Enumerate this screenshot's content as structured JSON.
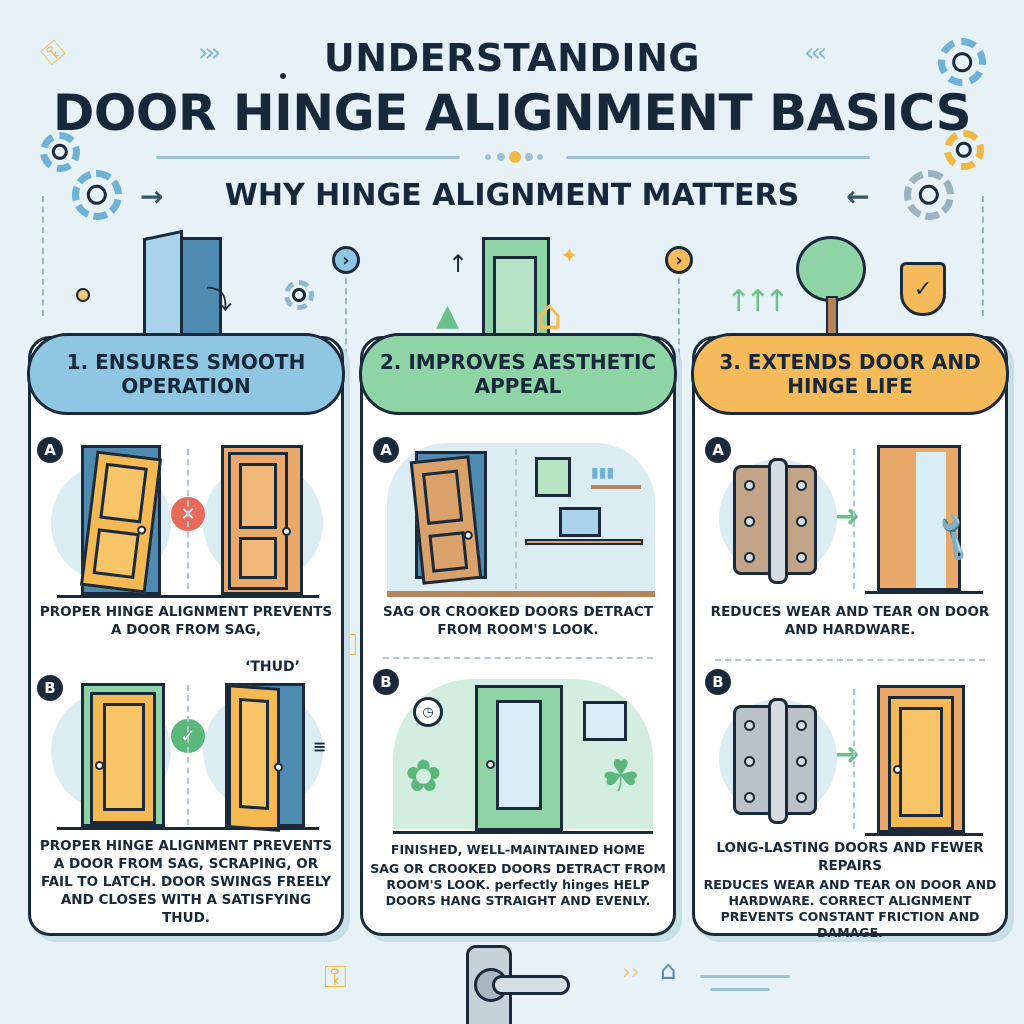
{
  "header": {
    "title_line1": "UNDERSTANDING",
    "title_line2": "DOOR HINGE ALIGNMENT BASICS",
    "subtitle": "WHY HINGE ALIGNMENT MATTERS",
    "subtitle_left_arrow": "→",
    "subtitle_right_arrow": "←",
    "deco_left": "›››",
    "deco_right": "‹‹‹"
  },
  "colors": {
    "background": "#e6f2f7",
    "panel1_header": "#8fc7e2",
    "panel2_header": "#8fd4a6",
    "panel3_header": "#f5bb5b",
    "ink": "#17283a",
    "error_red": "#e86a5a",
    "success_green": "#5cb87a",
    "accent_orange": "#f0b845"
  },
  "panels": [
    {
      "header": "1. ENSURES SMOOTH OPERATION",
      "sections": [
        {
          "badge": "A",
          "status_icon": "✕",
          "caption": "PROPER HINGE ALIGNMENT PREVENTS A DOOR FROM SAG,"
        },
        {
          "badge": "B",
          "status_icon": "✓",
          "sound_label": "‘THUD’",
          "caption": "PROPER HINGE ALIGNMENT PREVENTS A DOOR FROM SAG, SCRAPING, OR FAIL TO LATCH. DOOR SWINGS FREELY AND CLOSES WITH A SATISFYING THUD."
        }
      ]
    },
    {
      "header": "2. IMPROVES AESTHETIC APPEAL",
      "sections": [
        {
          "badge": "A",
          "caption": "SAG OR CROOKED DOORS DETRACT FROM ROOM'S LOOK."
        },
        {
          "badge": "B",
          "caption_title": "FINISHED, WELL-MAINTAINED HOME",
          "caption": "SAG OR CROOKED DOORS DETRACT FROM ROOM'S LOOK. perfectly hinges HELP DOORS HANG STRAIGHT AND EVENLY."
        }
      ]
    },
    {
      "header": "3. EXTENDS DOOR AND HINGE LIFE",
      "sections": [
        {
          "badge": "A",
          "arrow": "➜",
          "caption": "REDUCES WEAR AND TEAR ON DOOR AND HARDWARE."
        },
        {
          "badge": "B",
          "arrow": "➜",
          "caption_title": "LONG-LASTING DOORS AND FEWER REPAIRS",
          "caption": "REDUCES WEAR AND TEAR ON DOOR AND HARDWARE. CORRECT ALIGNMENT PREVENTS CONSTANT FRICTION AND DAMAGE."
        }
      ]
    }
  ],
  "connectors": {
    "chevron_1": "›",
    "chevron_2": "›",
    "key_glyph": "⚿",
    "house_glyph": "⌂",
    "bottom_chevrons": "››"
  }
}
